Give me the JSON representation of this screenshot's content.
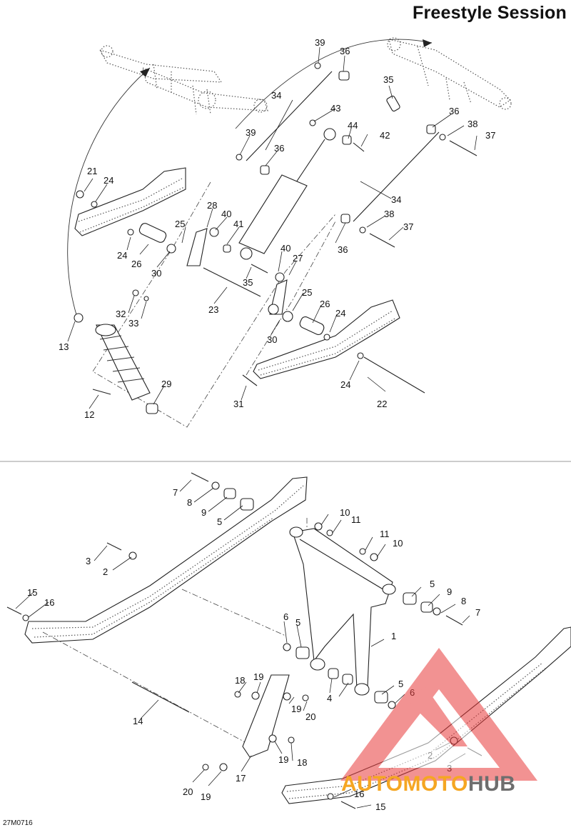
{
  "title": "Freestyle Session",
  "drawing_code": "27M0716",
  "watermark": {
    "part1": "AUTOMOTO",
    "part2": "HUB",
    "color_red": "#e83a3a",
    "color_orange": "#f5a623",
    "color_gray": "#6e6e6e"
  },
  "callouts": {
    "upper": [
      "39",
      "36",
      "35",
      "34",
      "43",
      "44",
      "42",
      "36",
      "38",
      "37",
      "39",
      "36",
      "21",
      "24",
      "28",
      "40",
      "41",
      "25",
      "34",
      "38",
      "37",
      "24",
      "26",
      "30",
      "36",
      "40",
      "27",
      "35",
      "32",
      "33",
      "23",
      "25",
      "26",
      "24",
      "30",
      "13",
      "29",
      "31",
      "24",
      "22",
      "12"
    ],
    "lower": [
      "7",
      "8",
      "9",
      "5",
      "10",
      "11",
      "11",
      "10",
      "3",
      "2",
      "15",
      "16",
      "6",
      "5",
      "5",
      "9",
      "8",
      "7",
      "1",
      "18",
      "19",
      "4",
      "5",
      "6",
      "19",
      "20",
      "14",
      "19",
      "18",
      "2",
      "3",
      "20",
      "19",
      "17",
      "16",
      "15"
    ]
  }
}
